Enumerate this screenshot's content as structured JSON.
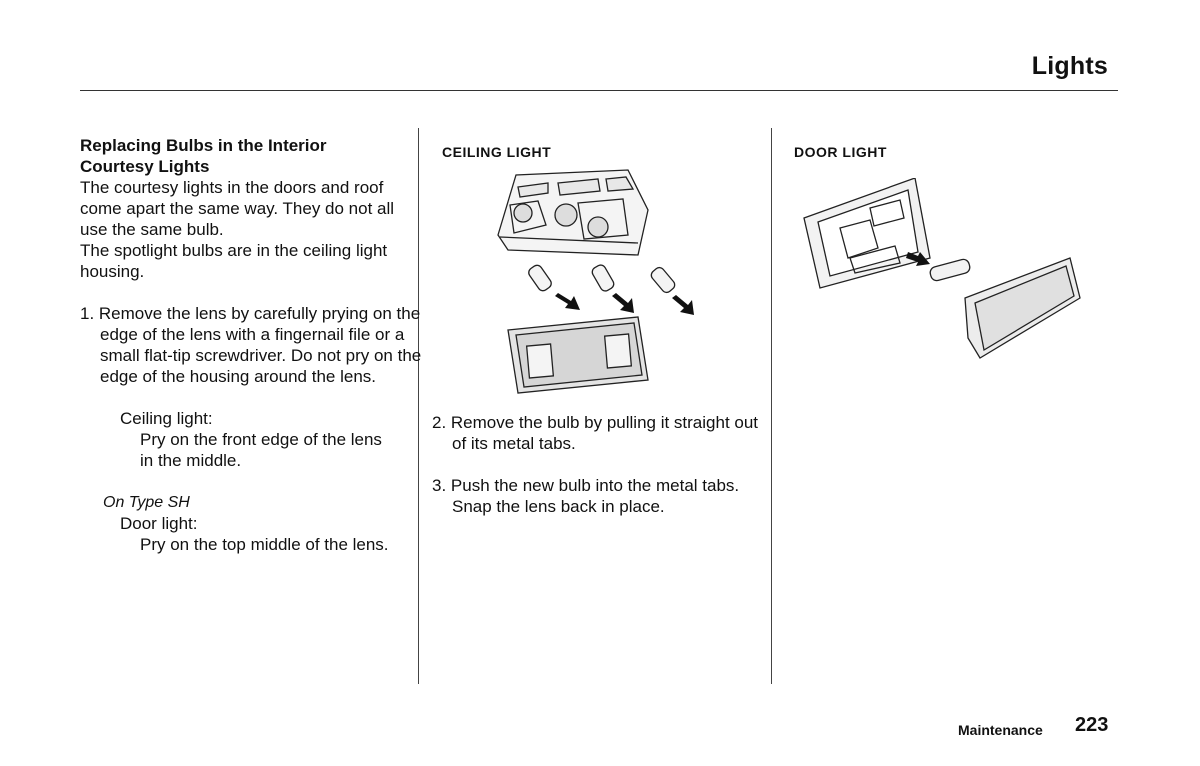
{
  "header": {
    "title": "Lights"
  },
  "column1": {
    "subheading": "Replacing Bulbs in the Interior Courtesy Lights",
    "paragraph1": "The courtesy lights in the doors and roof come apart the same way. They do not all use the same bulb.",
    "paragraph2": "The spotlight bulbs are in the ceiling light housing.",
    "step1": "1. Remove the lens by carefully prying on the edge of the lens with a fingernail file or a small flat-tip screwdriver. Do not pry on the edge of the housing around the lens.",
    "ceiling_label": "Ceiling light:",
    "ceiling_text": "Pry on the front edge of the lens in the middle.",
    "type_note": "On Type SH",
    "door_label": "Door light:",
    "door_text": "Pry on the top middle of the lens."
  },
  "column2": {
    "figure_label": "CEILING LIGHT",
    "step2": "2. Remove the bulb by pulling it straight out of its metal tabs.",
    "step3": "3. Push the new bulb into the metal tabs. Snap the lens back in place."
  },
  "column3": {
    "figure_label": "DOOR LIGHT"
  },
  "footer": {
    "section": "Maintenance",
    "page": "223"
  }
}
